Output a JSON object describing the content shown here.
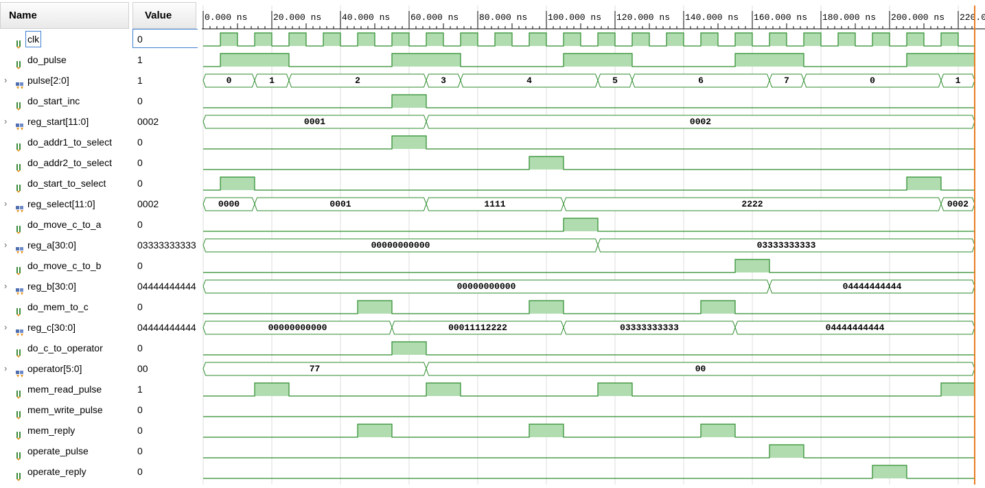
{
  "headers": {
    "name": "Name",
    "value": "Value"
  },
  "time_axis": {
    "unit": "ns",
    "labels": [
      "0.000 ns",
      "20.000 ns",
      "40.000 ns",
      "60.000 ns",
      "80.000 ns",
      "100.000 ns",
      "120.000 ns",
      "140.000 ns",
      "160.000 ns",
      "180.000 ns",
      "200.000 ns",
      "220.0"
    ],
    "cursor_ns": 224.8
  },
  "colors": {
    "wave_line": "#2a8a2a",
    "wave_fill": "#b0dcb0",
    "cursor": "#e87b1e",
    "grid": "#dcdcdc"
  },
  "signals": [
    {
      "name": "clk",
      "value": "0",
      "type": "bit",
      "expandable": false,
      "selected": true,
      "high": [
        [
          5,
          10
        ],
        [
          15,
          20
        ],
        [
          25,
          30
        ],
        [
          35,
          40
        ],
        [
          45,
          50
        ],
        [
          55,
          60
        ],
        [
          65,
          70
        ],
        [
          75,
          80
        ],
        [
          85,
          90
        ],
        [
          95,
          100
        ],
        [
          105,
          110
        ],
        [
          115,
          120
        ],
        [
          125,
          130
        ],
        [
          135,
          140
        ],
        [
          145,
          150
        ],
        [
          155,
          160
        ],
        [
          165,
          170
        ],
        [
          175,
          180
        ],
        [
          185,
          190
        ],
        [
          195,
          200
        ],
        [
          205,
          210
        ],
        [
          215,
          220
        ]
      ]
    },
    {
      "name": "do_pulse",
      "value": "1",
      "type": "bit",
      "expandable": false,
      "high": [
        [
          5,
          25
        ],
        [
          55,
          75
        ],
        [
          105,
          125
        ],
        [
          155,
          175
        ],
        [
          205,
          225
        ]
      ]
    },
    {
      "name": "pulse[2:0]",
      "value": "1",
      "type": "bus",
      "expandable": true,
      "segs": [
        [
          0,
          15,
          "0"
        ],
        [
          15,
          25,
          "1"
        ],
        [
          25,
          65,
          "2"
        ],
        [
          65,
          75,
          "3"
        ],
        [
          75,
          115,
          "4"
        ],
        [
          115,
          125,
          "5"
        ],
        [
          125,
          165,
          "6"
        ],
        [
          165,
          175,
          "7"
        ],
        [
          175,
          215,
          "0"
        ],
        [
          215,
          225,
          "1"
        ]
      ]
    },
    {
      "name": "do_start_inc",
      "value": "0",
      "type": "bit",
      "expandable": false,
      "high": [
        [
          55,
          65
        ]
      ]
    },
    {
      "name": "reg_start[11:0]",
      "value": "0002",
      "type": "bus",
      "expandable": true,
      "segs": [
        [
          0,
          65,
          "0001"
        ],
        [
          65,
          225,
          "0002"
        ]
      ]
    },
    {
      "name": "do_addr1_to_select",
      "value": "0",
      "type": "bit",
      "expandable": false,
      "high": [
        [
          55,
          65
        ]
      ]
    },
    {
      "name": "do_addr2_to_select",
      "value": "0",
      "type": "bit",
      "expandable": false,
      "high": [
        [
          95,
          105
        ]
      ]
    },
    {
      "name": "do_start_to_select",
      "value": "0",
      "type": "bit",
      "expandable": false,
      "high": [
        [
          5,
          15
        ],
        [
          205,
          215
        ]
      ]
    },
    {
      "name": "reg_select[11:0]",
      "value": "0002",
      "type": "bus",
      "expandable": true,
      "segs": [
        [
          0,
          15,
          "0000"
        ],
        [
          15,
          65,
          "0001"
        ],
        [
          65,
          105,
          "1111"
        ],
        [
          105,
          215,
          "2222"
        ],
        [
          215,
          225,
          "0002"
        ]
      ]
    },
    {
      "name": "do_move_c_to_a",
      "value": "0",
      "type": "bit",
      "expandable": false,
      "high": [
        [
          105,
          115
        ]
      ]
    },
    {
      "name": "reg_a[30:0]",
      "value": "03333333333",
      "type": "bus",
      "expandable": true,
      "segs": [
        [
          0,
          115,
          "00000000000"
        ],
        [
          115,
          225,
          "03333333333"
        ]
      ]
    },
    {
      "name": "do_move_c_to_b",
      "value": "0",
      "type": "bit",
      "expandable": false,
      "high": [
        [
          155,
          165
        ]
      ]
    },
    {
      "name": "reg_b[30:0]",
      "value": "04444444444",
      "type": "bus",
      "expandable": true,
      "segs": [
        [
          0,
          165,
          "00000000000"
        ],
        [
          165,
          225,
          "04444444444"
        ]
      ]
    },
    {
      "name": "do_mem_to_c",
      "value": "0",
      "type": "bit",
      "expandable": false,
      "high": [
        [
          45,
          55
        ],
        [
          95,
          105
        ],
        [
          145,
          155
        ]
      ]
    },
    {
      "name": "reg_c[30:0]",
      "value": "04444444444",
      "type": "bus",
      "expandable": true,
      "segs": [
        [
          0,
          55,
          "00000000000"
        ],
        [
          55,
          105,
          "00011112222"
        ],
        [
          105,
          155,
          "03333333333"
        ],
        [
          155,
          225,
          "04444444444"
        ]
      ]
    },
    {
      "name": "do_c_to_operator",
      "value": "0",
      "type": "bit",
      "expandable": false,
      "high": [
        [
          55,
          65
        ]
      ]
    },
    {
      "name": "operator[5:0]",
      "value": "00",
      "type": "bus",
      "expandable": true,
      "segs": [
        [
          0,
          65,
          "77"
        ],
        [
          65,
          225,
          "00"
        ]
      ]
    },
    {
      "name": "mem_read_pulse",
      "value": "1",
      "type": "bit",
      "expandable": false,
      "high": [
        [
          15,
          25
        ],
        [
          65,
          75
        ],
        [
          115,
          125
        ],
        [
          215,
          225
        ]
      ]
    },
    {
      "name": "mem_write_pulse",
      "value": "0",
      "type": "bit",
      "expandable": false,
      "high": []
    },
    {
      "name": "mem_reply",
      "value": "0",
      "type": "bit",
      "expandable": false,
      "high": [
        [
          45,
          55
        ],
        [
          95,
          105
        ],
        [
          145,
          155
        ]
      ]
    },
    {
      "name": "operate_pulse",
      "value": "0",
      "type": "bit",
      "expandable": false,
      "high": [
        [
          165,
          175
        ]
      ]
    },
    {
      "name": "operate_reply",
      "value": "0",
      "type": "bit",
      "expandable": false,
      "high": [
        [
          195,
          205
        ]
      ]
    }
  ]
}
